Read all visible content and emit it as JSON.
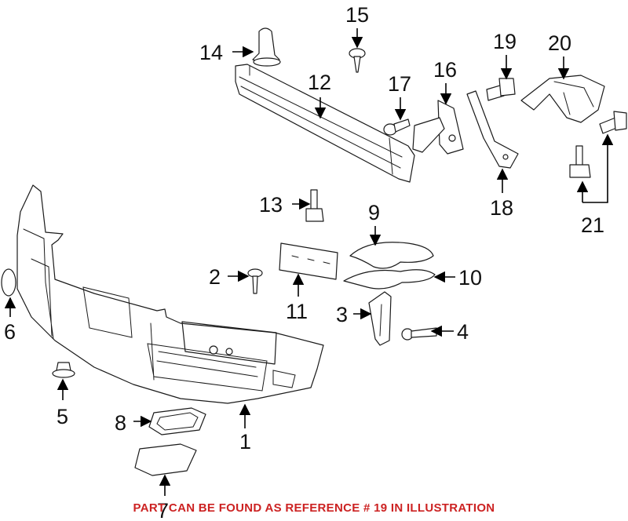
{
  "callouts": [
    "1",
    "2",
    "3",
    "4",
    "5",
    "6",
    "7",
    "8",
    "9",
    "10",
    "11",
    "12",
    "13",
    "14",
    "15",
    "16",
    "17",
    "18",
    "19",
    "20",
    "21"
  ],
  "note": {
    "text": "PART CAN BE FOUND AS REFERENCE # 19 IN ILLUSTRATION",
    "color": "#cc2222"
  },
  "parts": {
    "1": "front-bumper-cover-icon",
    "2": "push-pin-clip-icon",
    "3": "side-guide-bracket-icon",
    "4": "screw-icon",
    "5": "retainer-clip-icon",
    "6": "emblem-ring-icon",
    "7": "washer-nozzle-cover-icon",
    "8": "washer-nozzle-cap-icon",
    "9": "energy-absorber-upper-icon",
    "10": "energy-absorber-lower-icon",
    "11": "license-bracket-icon",
    "12": "impact-bar-icon",
    "13": "mounting-stud-icon",
    "14": "bumper-stop-icon",
    "15": "push-rivet-icon",
    "16": "bumper-mount-bracket-icon",
    "17": "bolt-icon",
    "18": "side-support-bracket-icon",
    "19": "flange-bolt-icon",
    "20": "side-mount-bracket-icon",
    "21": "bolt-set-icon"
  }
}
